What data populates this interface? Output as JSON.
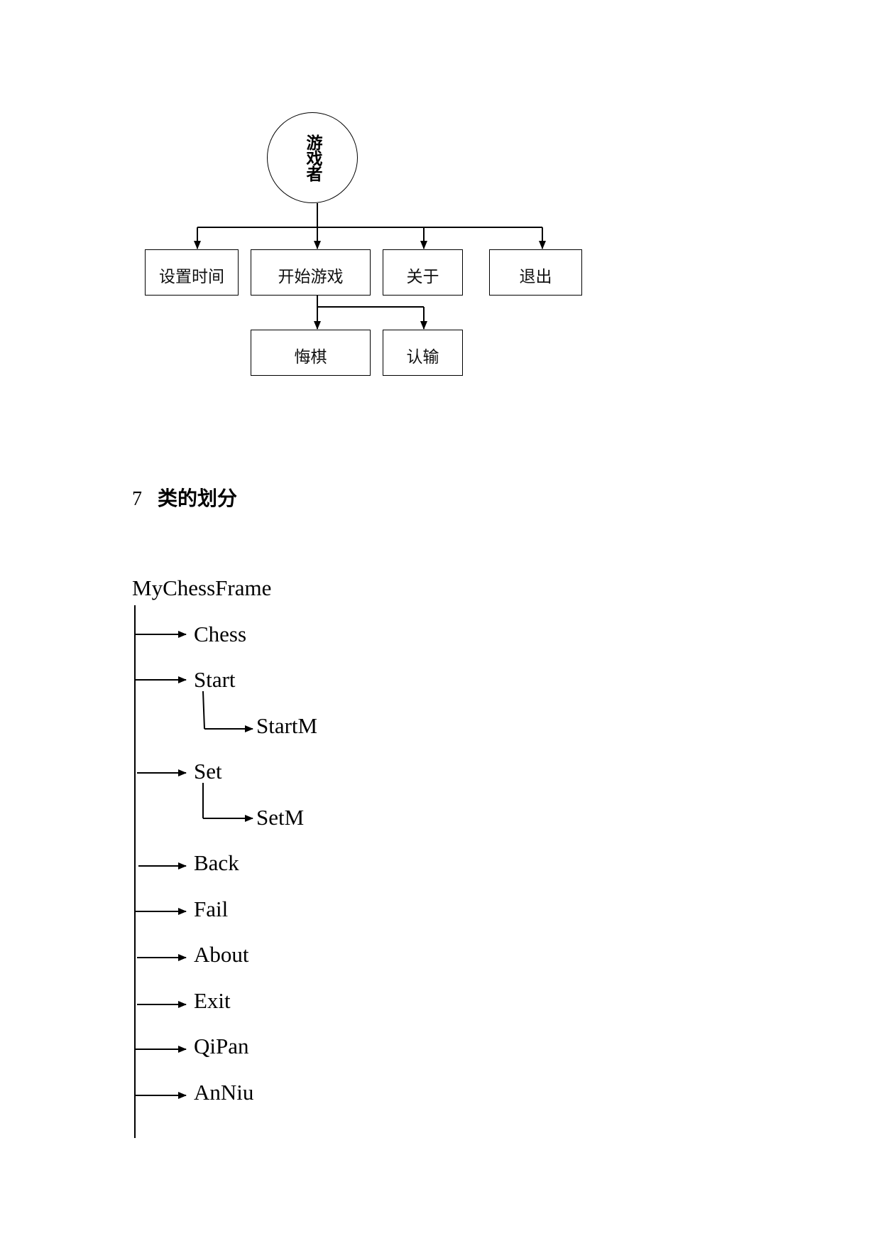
{
  "actor": {
    "label": "游戏者"
  },
  "menu_boxes": {
    "set_time": "设置时间",
    "start_game": "开始游戏",
    "about": "关于",
    "exit": "退出",
    "undo": "悔棋",
    "surrender": "认输"
  },
  "section": {
    "number": "7",
    "title": "类的划分"
  },
  "class_tree": {
    "root": "MyChessFrame",
    "children": [
      "Chess",
      "Start",
      "StartM",
      "Set",
      "SetM",
      "Back",
      "Fail",
      "About",
      "Exit",
      "QiPan",
      "AnNiu"
    ]
  }
}
